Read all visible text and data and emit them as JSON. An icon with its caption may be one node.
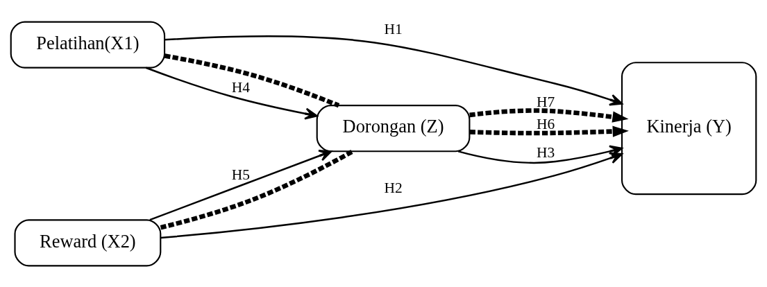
{
  "diagram": {
    "nodes": [
      {
        "text": [
          "Pelatihan(X1)"
        ]
      },
      {
        "text": [
          "Reward (X2)"
        ]
      },
      {
        "text": [
          "Dorongan (Z)"
        ]
      },
      {
        "text": [
          "Kinerja (Y)"
        ]
      }
    ],
    "edges": [
      {
        "from": 0,
        "to": 3,
        "arrow": "to",
        "label": "H1"
      },
      {
        "from": 0,
        "to": 2,
        "arrow": "none",
        "style": "dashed"
      },
      {
        "from": 0,
        "to": 2,
        "arrow": "to",
        "label": "H4"
      },
      {
        "from": 2,
        "to": 3,
        "arrow": "to",
        "label": "H6",
        "style": "dashed"
      },
      {
        "from": 2,
        "to": 3,
        "arrow": "to",
        "label": "H3"
      },
      {
        "from": 2,
        "to": 3,
        "arrow": "to",
        "label": "H7",
        "style": "dashed"
      },
      {
        "from": 1,
        "to": 2,
        "arrow": "to",
        "label": "H5"
      },
      {
        "from": 1,
        "to": 2,
        "arrow": "none",
        "style": "dashed"
      },
      {
        "from": 1,
        "to": 3,
        "arrow": "to",
        "label": "H2"
      }
    ]
  }
}
